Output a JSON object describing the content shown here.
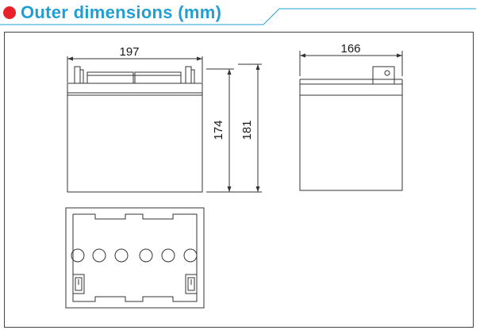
{
  "header": {
    "title": "Outer dimensions  (mm)",
    "accent_color": "#e8202a",
    "title_color": "#1f9fd4"
  },
  "drawing": {
    "line_color": "#333333",
    "front_view": {
      "width_label": "197",
      "height_label": "174",
      "total_height_label": "181"
    },
    "side_view": {
      "width_label": "166"
    },
    "top_view": {
      "terminal_count": 2,
      "cell_vent_count": 6
    }
  }
}
